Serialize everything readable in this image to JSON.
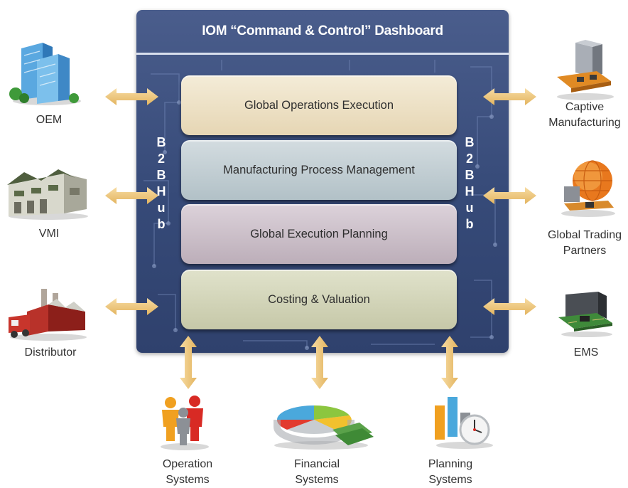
{
  "dashboard": {
    "title": "IOM “Command & Control” Dashboard",
    "layers": [
      "Global Operations Execution",
      "Manufacturing Process Management",
      "Global Execution Planning",
      "Costing & Valuation"
    ],
    "hub_left": [
      "B",
      "2",
      "B",
      "H",
      "u",
      "b"
    ],
    "hub_right": [
      "B",
      "2",
      "B",
      "H",
      "u",
      "b"
    ]
  },
  "left_nodes": [
    {
      "label": "OEM",
      "icon": "office-buildings-icon"
    },
    {
      "label": "VMI",
      "icon": "warehouse-icon"
    },
    {
      "label": "Distributor",
      "icon": "factory-truck-icon"
    }
  ],
  "right_nodes": [
    {
      "label_lines": [
        "Captive",
        "Manufacturing"
      ],
      "icon": "manufacturing-machine-icon"
    },
    {
      "label_lines": [
        "Global Trading",
        "Partners"
      ],
      "icon": "globe-chip-icon"
    },
    {
      "label": "EMS",
      "icon": "circuit-board-icon"
    }
  ],
  "bottom_nodes": [
    {
      "label_lines": [
        "Operation",
        "Systems"
      ],
      "icon": "people-figures-icon"
    },
    {
      "label_lines": [
        "Financial",
        "Systems"
      ],
      "icon": "pie-chart-money-icon"
    },
    {
      "label_lines": [
        "Planning",
        "Systems"
      ],
      "icon": "bar-chart-clock-icon"
    }
  ],
  "colors": {
    "panel": "#3a4d7c",
    "arrow": "#f0c77a",
    "layer_1": "#ebdfc3",
    "layer_2": "#c3cfd4",
    "layer_3": "#ccc0c9",
    "layer_4": "#d3d5b9"
  }
}
